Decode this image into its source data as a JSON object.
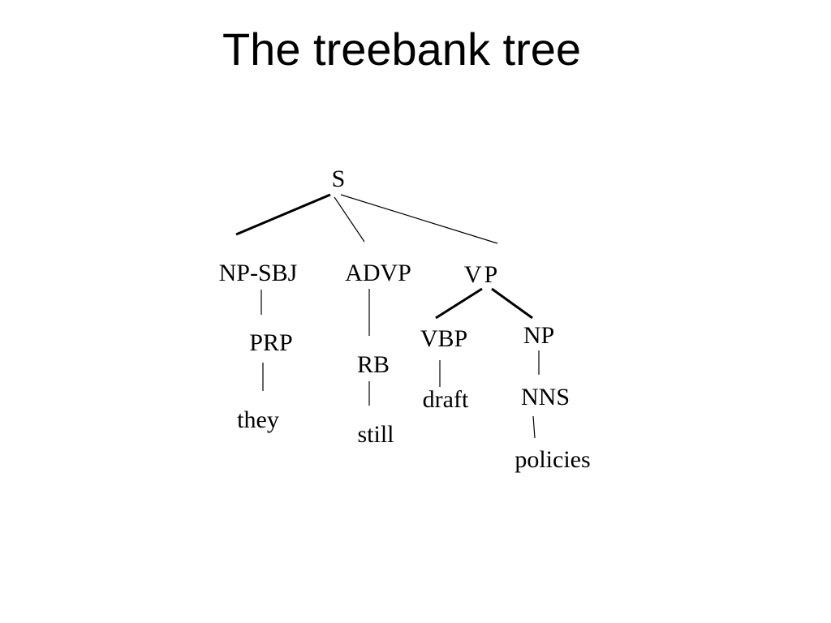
{
  "slide": {
    "title": "The treebank tree"
  },
  "tree": {
    "nodes": [
      {
        "id": "s",
        "label": "S",
        "kind": "category"
      },
      {
        "id": "np-sbj",
        "label": "NP-SBJ",
        "kind": "category"
      },
      {
        "id": "advp",
        "label": "ADVP",
        "kind": "category"
      },
      {
        "id": "vp",
        "label": "VP",
        "kind": "category"
      },
      {
        "id": "prp",
        "label": "PRP",
        "kind": "category"
      },
      {
        "id": "rb",
        "label": "RB",
        "kind": "category"
      },
      {
        "id": "vbp",
        "label": "VBP",
        "kind": "category"
      },
      {
        "id": "np",
        "label": "NP",
        "kind": "category"
      },
      {
        "id": "nns",
        "label": "NNS",
        "kind": "category"
      },
      {
        "id": "they",
        "label": "they",
        "kind": "word"
      },
      {
        "id": "still",
        "label": "still",
        "kind": "word"
      },
      {
        "id": "draft",
        "label": "draft",
        "kind": "word"
      },
      {
        "id": "policies",
        "label": "policies",
        "kind": "word"
      }
    ],
    "edges": [
      [
        "s",
        "np-sbj"
      ],
      [
        "s",
        "advp"
      ],
      [
        "s",
        "vp"
      ],
      [
        "np-sbj",
        "prp"
      ],
      [
        "prp",
        "they"
      ],
      [
        "advp",
        "rb"
      ],
      [
        "rb",
        "still"
      ],
      [
        "vp",
        "vbp"
      ],
      [
        "vp",
        "np"
      ],
      [
        "vbp",
        "draft"
      ],
      [
        "np",
        "nns"
      ],
      [
        "nns",
        "policies"
      ]
    ]
  }
}
